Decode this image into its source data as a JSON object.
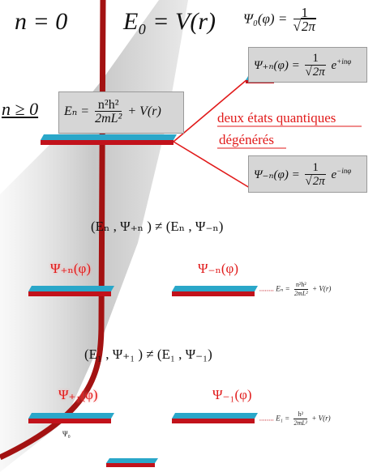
{
  "header": {
    "n0_label": "n = 0",
    "e0_label": "E₀ = V(r)",
    "psi0_lhs": "Ψ₀(φ) =",
    "psi0_num": "1",
    "psi0_den": "2π"
  },
  "nge": {
    "label": "n ≥ 0",
    "en_lhs": "Eₙ =",
    "en_num": "n²h²",
    "en_den": "2mL²",
    "en_rhs": "+ V(r)"
  },
  "states": {
    "plus_lhs": "Ψ₊ₙ(φ) =",
    "plus_num": "1",
    "plus_den": "2π",
    "plus_exp": "e",
    "plus_sup": "+inφ",
    "minus_lhs": "Ψ₋ₙ(φ) =",
    "minus_num": "1",
    "minus_den": "2π",
    "minus_exp": "e",
    "minus_sup": "−inφ",
    "degenerate_line1": "deux états quantiques",
    "degenerate_line2": "dégénérés"
  },
  "pairs": {
    "n_pair": "(Eₙ , Ψ₊ₙ ) ≠ (Eₙ , Ψ₋ₙ)",
    "one_pair": "(E₁ , Ψ₊₁ ) ≠ (E₁ , Ψ₋₁)"
  },
  "levels": {
    "psi_plus_n": "Ψ₊ₙ(φ)",
    "psi_minus_n": "Ψ₋ₙ(φ)",
    "en_small_lhs": "Eₙ =",
    "en_small_num": "n²h²",
    "en_small_den": "2mL²",
    "en_small_rhs": "+ V(r)",
    "psi_plus_1": "Ψ₊₁(φ)",
    "psi_minus_1": "Ψ₋₁(φ)",
    "e1_small_lhs": "E₁ =",
    "e1_small_num": "h²",
    "e1_small_den": "2mL²",
    "e1_small_rhs": "+ V(r)",
    "psi0_small": "Ψ₀",
    "dots": "........"
  },
  "colors": {
    "potential_red": "#a31212",
    "plate_cyan": "#2aa7c9",
    "plate_red": "#c2121b",
    "link_red": "#e11a1a",
    "box_gray": "#d6d6d6"
  }
}
